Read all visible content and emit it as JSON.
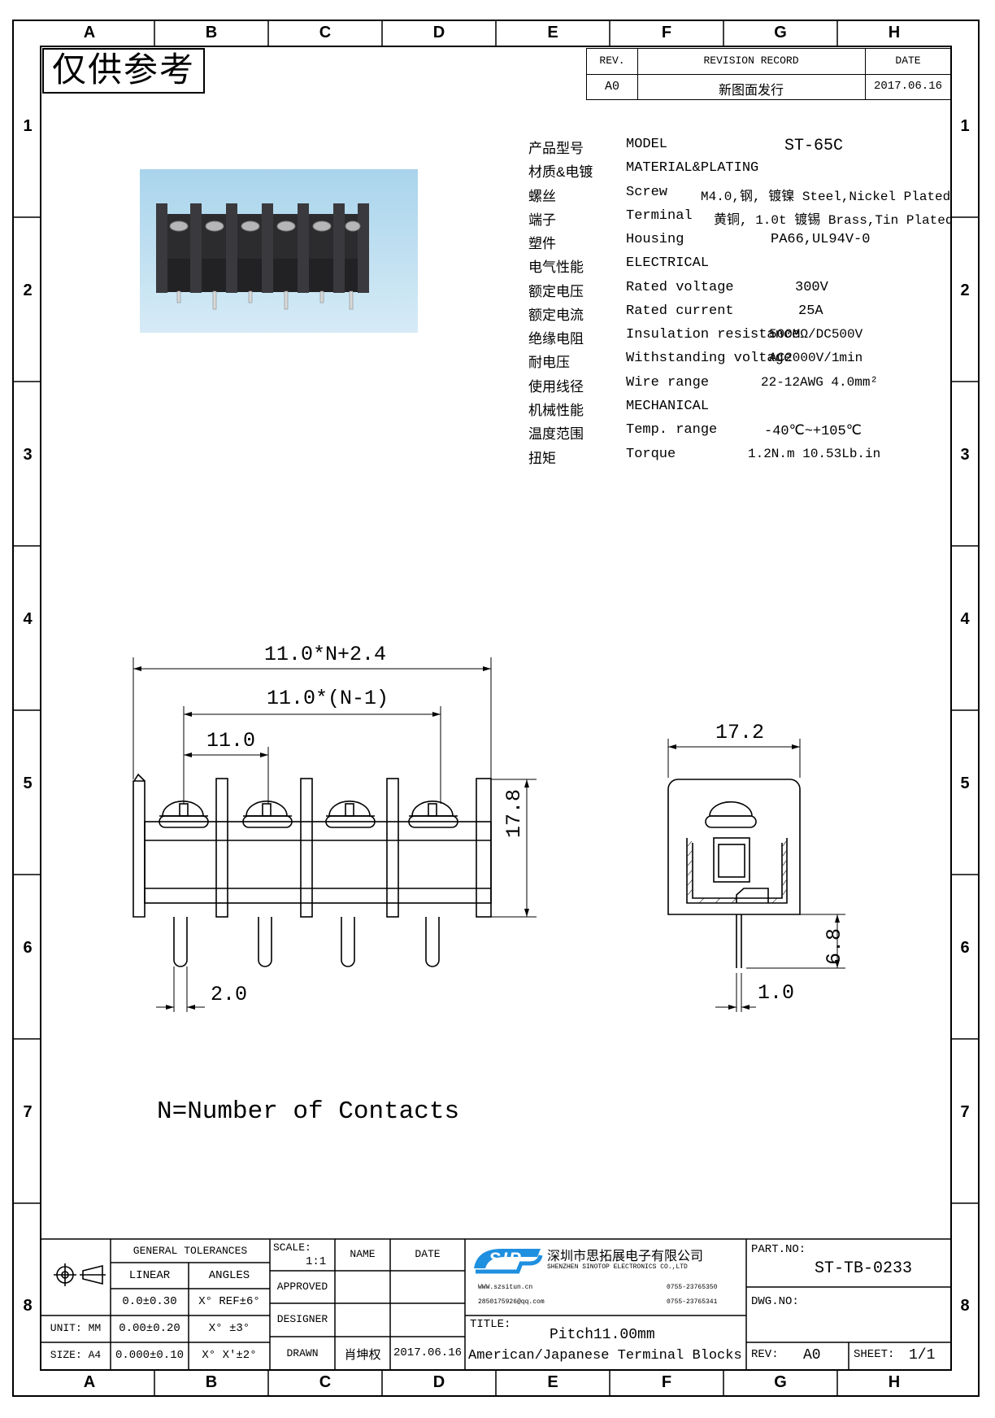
{
  "frame": {
    "columns": [
      "A",
      "B",
      "C",
      "D",
      "E",
      "F",
      "G",
      "H"
    ],
    "rows": [
      "1",
      "2",
      "3",
      "4",
      "5",
      "6",
      "7",
      "8"
    ]
  },
  "stamp": "仅供参考",
  "revision": {
    "rev_header": "REV.",
    "record_header": "REVISION RECORD",
    "date_header": "DATE",
    "rev": "A0",
    "record": "新图面发行",
    "date": "2017.06.16"
  },
  "specs": [
    {
      "cn": "产品型号",
      "en": "MODEL",
      "value": "ST-65C"
    },
    {
      "cn": "材质&电镀",
      "en": "MATERIAL&PLATING",
      "value": ""
    },
    {
      "cn": "螺丝",
      "en": "Screw",
      "value": "M4.0,钢, 镀镍 Steel,Nickel Plated"
    },
    {
      "cn": "端子",
      "en": "Terminal",
      "value": "黄铜, 1.0t 镀锡 Brass,Tin Plated"
    },
    {
      "cn": "塑件",
      "en": "Housing",
      "value": "PA66,UL94V-0"
    },
    {
      "cn": "电气性能",
      "en": "ELECTRICAL",
      "value": ""
    },
    {
      "cn": "额定电压",
      "en": "Rated voltage",
      "value": "300V"
    },
    {
      "cn": "额定电流",
      "en": "Rated current",
      "value": "25A"
    },
    {
      "cn": "绝缘电阻",
      "en": "Insulation resistance",
      "value": "500MΩ/DC500V"
    },
    {
      "cn": "耐电压",
      "en": "Withstanding voltage",
      "value": "AC2000V/1min"
    },
    {
      "cn": "使用线径",
      "en": "Wire range",
      "value": "22-12AWG 4.0mm²"
    },
    {
      "cn": "机械性能",
      "en": "MECHANICAL",
      "value": ""
    },
    {
      "cn": "温度范围",
      "en": "Temp. range",
      "value": "-40℃~+105℃"
    },
    {
      "cn": "扭矩",
      "en": "Torque",
      "value": "1.2N.m  10.53Lb.in"
    }
  ],
  "dims": {
    "overall": "11.0*N+2.4",
    "span": "11.0*(N-1)",
    "pitch": "11.0",
    "height": "17.8",
    "pin_width": "2.0",
    "depth": "17.2",
    "pin_length": "6.8",
    "side_pin": "1.0"
  },
  "note": "N=Number of Contacts",
  "title_block": {
    "general_tolerances": "GENERAL TOLERANCES",
    "linear": "LINEAR",
    "angles": "ANGLES",
    "tol": [
      {
        "linear": "0.0±0.30",
        "angle": "X° REF±6°"
      },
      {
        "linear": "0.00±0.20",
        "angle": "X° ±3°"
      },
      {
        "linear": "0.000±0.10",
        "angle": "X° X'±2°"
      }
    ],
    "unit_label": "UNIT: MM",
    "size_label": "SIZE: A4",
    "scale_label": "SCALE:",
    "scale_value": "1:1",
    "name_header": "NAME",
    "date_header": "DATE",
    "approved": "APPROVED",
    "designer": "DESIGNER",
    "drawn": "DRAWN",
    "drawn_name": "肖坤权",
    "drawn_date": "2017.06.16",
    "company_logo": "SIP",
    "company_cn": "深圳市思拓展电子有限公司",
    "company_en": "SHENZHEN SINOTOP ELECTRONICS CO.,LTD",
    "contact_web": "WWW.szsitun.cn",
    "contact_mail": "2850175926@qq.com",
    "contact_tel": "0755-23765350",
    "contact_fax": "0755-23765341",
    "title_label": "TITLE:",
    "title_line1": "Pitch11.00mm",
    "title_line2": "American/Japanese Terminal Blocks",
    "part_no_label": "PART.NO:",
    "part_no": "ST-TB-0233",
    "dwg_no_label": "DWG.NO:",
    "rev_label": "REV:",
    "rev_value": "A0",
    "sheet_label": "SHEET:",
    "sheet_value": "1/1"
  },
  "colors": {
    "photo_bg": "#b9dcef",
    "housing": "#2a2a2c"
  }
}
